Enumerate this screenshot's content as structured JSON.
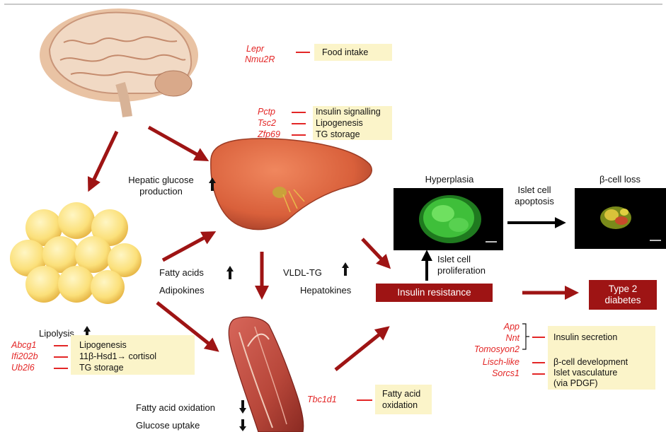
{
  "colors": {
    "arrow_red": "#9e1414",
    "gene_red": "#e32626",
    "box_yellow": "#fbf4c9",
    "liver": "#d9603b",
    "fat": "#fbe07a",
    "muscle": "#b8473a"
  },
  "icons": [
    "brain-illustration",
    "liver-illustration",
    "adipose-tissue-illustration",
    "muscle-illustration",
    "islet-micrograph",
    "up-arrow-icon",
    "down-arrow-icon"
  ],
  "brain": {
    "genes": [
      "Lepr",
      "Nmu2R"
    ],
    "effect": "Food intake"
  },
  "liver": {
    "genes": [
      "Pctp",
      "Tsc2",
      "Zfp69"
    ],
    "effects": [
      "Insulin signalling",
      "Lipogenesis",
      "TG storage"
    ],
    "glucose_label_1": "Hepatic glucose",
    "glucose_label_2": "production",
    "vldl": "VLDL-TG",
    "hepatokines": "Hepatokines"
  },
  "adipose": {
    "lipolysis": "Lipolysis",
    "fatty_acids": "Fatty acids",
    "adipokines": "Adipokines",
    "genes": [
      "Abcg1",
      "Ifi202b",
      "Ub2l6"
    ],
    "effects": [
      "Lipogenesis",
      "11β-Hsd1→ cortisol",
      "TG storage"
    ]
  },
  "muscle": {
    "fao": "Fatty acid oxidation",
    "glucose_uptake": "Glucose uptake",
    "gene": "Tbc1d1",
    "effect_1": "Fatty acid",
    "effect_2": "oxidation"
  },
  "islet": {
    "hyperplasia": "Hyperplasia",
    "apoptosis_1": "Islet cell",
    "apoptosis_2": "apoptosis",
    "beta_loss": "β-cell loss",
    "proliferation_1": "Islet cell",
    "proliferation_2": "proliferation",
    "insulin_resistance": "Insulin resistance",
    "t2d_1": "Type 2",
    "t2d_2": "diabetes",
    "genes": [
      "App",
      "Nnt",
      "Tomosyon2",
      "Lisch-like",
      "Sorcs1"
    ],
    "effects": [
      "Insulin secretion",
      "β-cell development",
      "Islet vasculature",
      "(via PDGF)"
    ]
  }
}
